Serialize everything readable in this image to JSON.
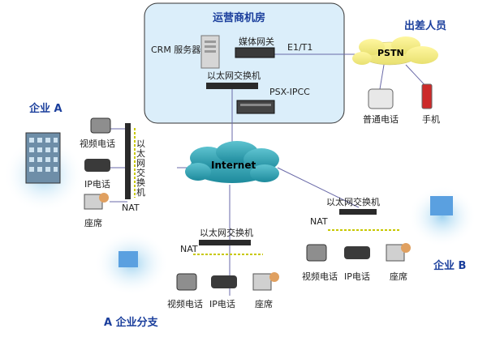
{
  "operator_room": {
    "title": "运营商机房",
    "crm_server": "CRM 服务器",
    "media_gateway": "媒体网关",
    "e1t1": "E1/T1",
    "switch": "以太网交换机",
    "psx": "PSX-IPCC"
  },
  "traveler": {
    "title": "出差人员",
    "pstn": "PSTN",
    "landline": "普通电话",
    "mobile": "手机"
  },
  "internet": "Internet",
  "enterprise_a": {
    "title": "企业 A",
    "video_phone": "视频电话",
    "ip_phone": "IP电话",
    "seat": "座席",
    "nat": "NAT",
    "switch": "以太网交换机"
  },
  "branch": {
    "title": "A 企业分支",
    "switch": "以太网交换机",
    "nat": "NAT",
    "video_phone": "视频电话",
    "ip_phone": "IP电话",
    "seat": "座席"
  },
  "enterprise_b": {
    "title": "企业 B",
    "switch": "以太网交换机",
    "nat": "NAT",
    "video_phone": "视频电话",
    "ip_phone": "IP电话",
    "seat": "座席"
  },
  "colors": {
    "room_fill": "#dbeefa",
    "room_border": "#333333",
    "cloud": "#3aa7b8",
    "link": "#6a6aa8",
    "title_blue": "#1a3e9c"
  }
}
